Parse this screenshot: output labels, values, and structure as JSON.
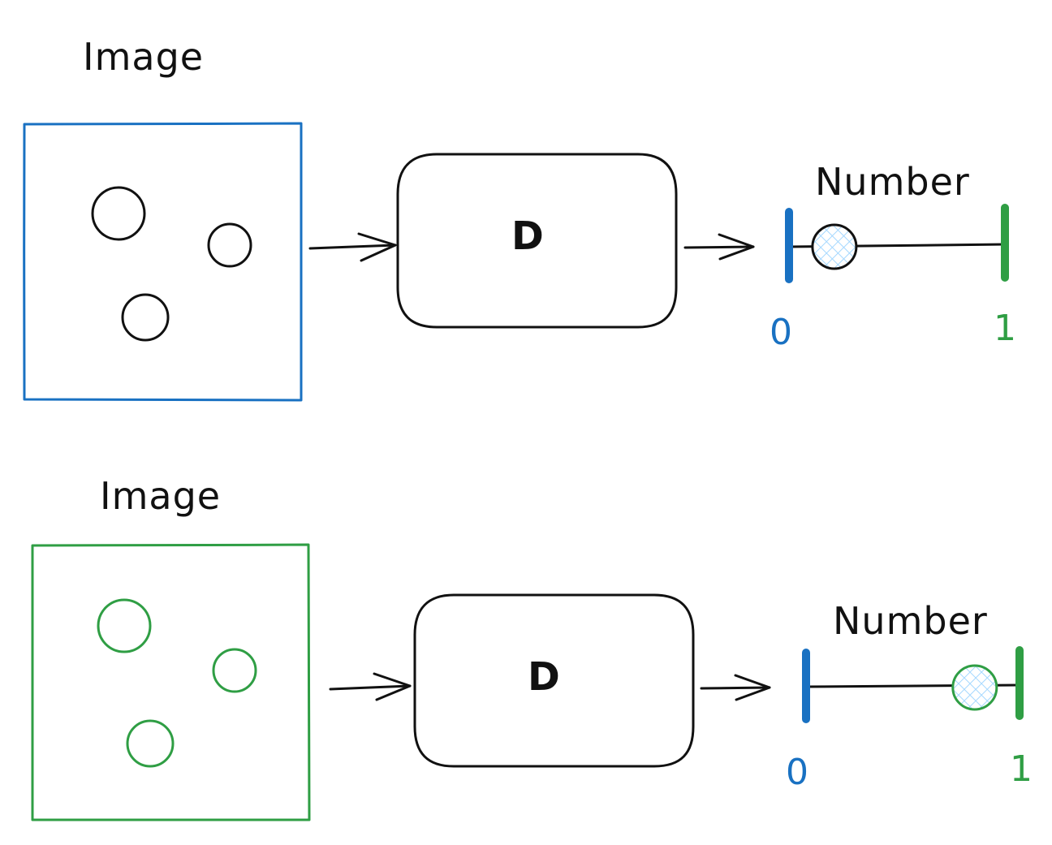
{
  "colors": {
    "ink": "#111111",
    "blue": "#1971c2",
    "green": "#2f9e44",
    "pattern_blue": "#a5d8ff",
    "white": "#ffffff"
  },
  "top_row": {
    "image_label": "Image",
    "d_label": "D",
    "number_label": "Number",
    "scale_min_label": "0",
    "scale_max_label": "1",
    "marker_value": 0.21
  },
  "bottom_row": {
    "image_label": "Image",
    "d_label": "D",
    "number_label": "Number",
    "scale_min_label": "0",
    "scale_max_label": "1",
    "marker_value": 0.79
  }
}
